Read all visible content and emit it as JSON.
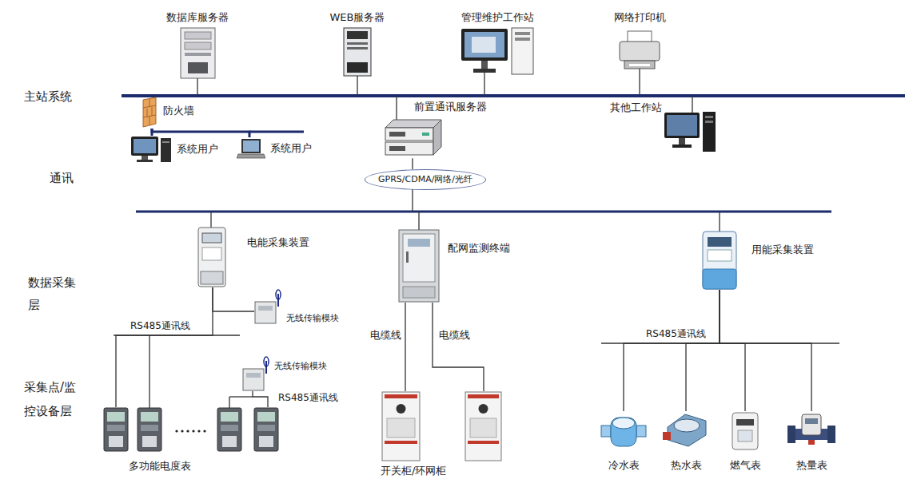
{
  "diagram": {
    "nodes": [
      {
        "text": [
          "数据库服务器"
        ]
      },
      {
        "text": [
          "WEB服务器"
        ]
      },
      {
        "text": [
          "管理维护工作站"
        ]
      },
      {
        "text": [
          "网络打印机"
        ]
      },
      {
        "text": [
          "防火墙"
        ]
      },
      {
        "text": [
          "系统用户"
        ]
      },
      {
        "text": [
          "系统用户"
        ]
      },
      {
        "text": [
          "前置通讯服务器"
        ]
      },
      {
        "text": [
          "其他工作站"
        ]
      },
      {
        "text": [
          "GPRS/CDMA/网络/光纤"
        ]
      },
      {
        "text": [
          "电能采集装置"
        ]
      },
      {
        "text": [
          "无线传输模块"
        ]
      },
      {
        "text": [
          "配网监测终端"
        ]
      },
      {
        "text": [
          "用能采集装置"
        ]
      },
      {
        "text": [
          "无线传输模块"
        ]
      },
      {
        "text": [
          "多功能电度表"
        ]
      },
      {
        "text": [
          "开关柜/环网柜"
        ]
      },
      {
        "text": [
          "冷水表"
        ]
      },
      {
        "text": [
          "热水表"
        ]
      },
      {
        "text": [
          "燃气表"
        ]
      },
      {
        "text": [
          "热量表"
        ]
      }
    ],
    "edges": [
      {
        "from": 4,
        "to": 5,
        "arrow": "none"
      },
      {
        "from": 4,
        "to": 6,
        "arrow": "none"
      },
      {
        "from": 7,
        "to": 9,
        "arrow": "none"
      },
      {
        "from": 10,
        "to": 11,
        "arrow": "none"
      },
      {
        "from": 10,
        "to": 15,
        "arrow": "none"
      },
      {
        "from": 14,
        "to": 15,
        "arrow": "none"
      },
      {
        "from": 12,
        "to": 16,
        "label": "电缆线",
        "arrow": "none"
      },
      {
        "from": 12,
        "to": 16,
        "label": "电缆线",
        "arrow": "none"
      },
      {
        "from": 13,
        "to": 17,
        "arrow": "none"
      },
      {
        "from": 13,
        "to": 18,
        "arrow": "none"
      },
      {
        "from": 13,
        "to": 19,
        "arrow": "none"
      },
      {
        "from": 13,
        "to": 20,
        "arrow": "none"
      }
    ],
    "labels": [
      "主站系统",
      "通讯",
      "数据采集层",
      "采集点/监控设备层",
      "RS485通讯线",
      "RS485通讯线",
      "RS485通讯线"
    ]
  }
}
